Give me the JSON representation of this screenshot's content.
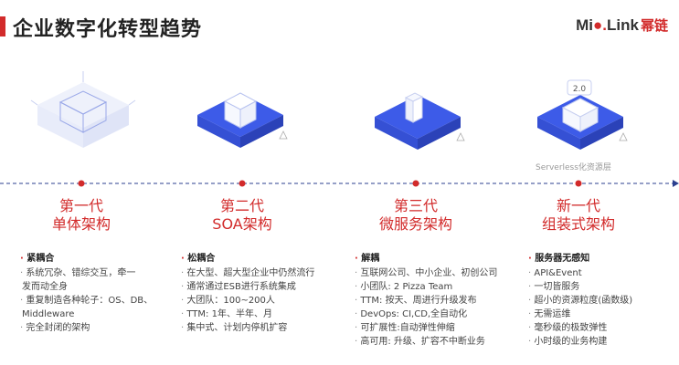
{
  "header": {
    "title": "企业数字化转型趋势",
    "logo_text": "Mi",
    "logo_dot": "●.",
    "logo_link": "Link",
    "logo_cn": "幂链"
  },
  "icons": [
    "cube-icon",
    "cube-icon",
    "building-icon",
    "cube-icon"
  ],
  "serverless_label": "Serverless化资源层",
  "version_badge": "2.0",
  "generations": [
    {
      "title_line1": "第一代",
      "title_line2": "单体架构",
      "heading": "紧耦合",
      "items": [
        "系统冗杂、错综交互，牵一",
        "发而动全身",
        "重复制造各种轮子：OS、DB、",
        "Middleware",
        "完全封闭的架构"
      ]
    },
    {
      "title_line1": "第二代",
      "title_line2": "SOA架构",
      "heading": "松耦合",
      "items": [
        "在大型、超大型企业中仍然流行",
        "通常通过ESB进行系统集成",
        "大团队：100~200人",
        "TTM: 1年、半年、月",
        "集中式、计划内停机扩容"
      ]
    },
    {
      "title_line1": "第三代",
      "title_line2": "微服务架构",
      "heading": "解耦",
      "items": [
        "互联网公司、中小企业、初创公司",
        "小团队: 2 Pizza Team",
        "TTM: 按天、周进行升级发布",
        "DevOps: CI,CD,全自动化",
        "可扩展性:自动弹性伸缩",
        "高可用: 升级、扩容不中断业务"
      ]
    },
    {
      "title_line1": "新一代",
      "title_line2": "组装式架构",
      "heading": "服务器无感知",
      "items": [
        "API&Event",
        "一切皆服务",
        "超小的资源粒度(函数级)",
        "无需运维",
        "毫秒级的极致弹性",
        "小时级的业务构建"
      ]
    }
  ],
  "colors": {
    "accent": "#d22b2b",
    "blue": "#3d5be8",
    "timeline": "#2b3f8f"
  }
}
